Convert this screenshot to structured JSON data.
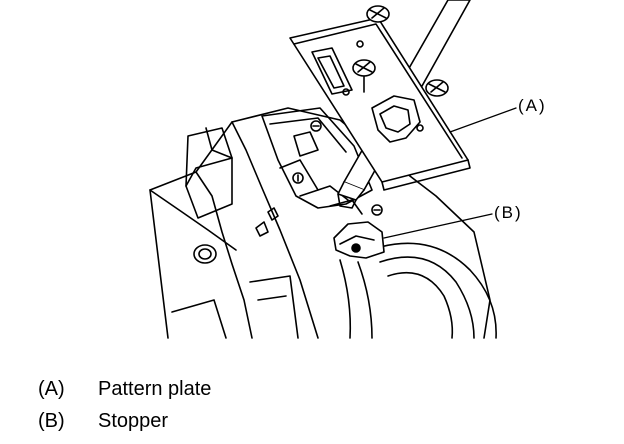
{
  "callouts": {
    "a": "(A)",
    "b": "(B)"
  },
  "legend": [
    {
      "key": "(A)",
      "label": "Pattern plate"
    },
    {
      "key": "(B)",
      "label": "Stopper"
    }
  ],
  "colors": {
    "line": "#000000",
    "background": "#ffffff"
  }
}
